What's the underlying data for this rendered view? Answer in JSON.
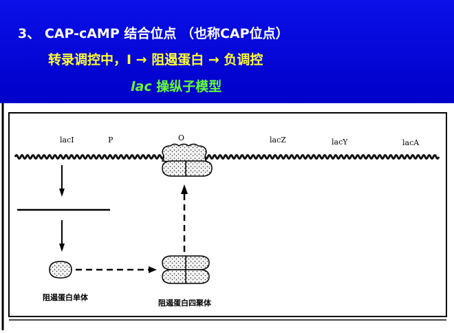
{
  "slide": {
    "title": "3、 CAP-cAMP 结合位点 （也称CAP位点）",
    "line2": "转录调控中，I → 阻遏蛋白 → 负调控",
    "line3_italic": "lac",
    "line3_rest": " 操纵子模型"
  },
  "figure": {
    "genes": [
      "lacI",
      "P",
      "O",
      "lacZ",
      "lacY",
      "lacA"
    ],
    "monomer_label": "阻遏蛋白单体",
    "tetramer_label": "阻遏蛋白四聚体"
  },
  "colors": {
    "background": "#0000d0",
    "title": "#ffffff",
    "subtitle": "#ffff33",
    "accent": "#66ff33"
  }
}
